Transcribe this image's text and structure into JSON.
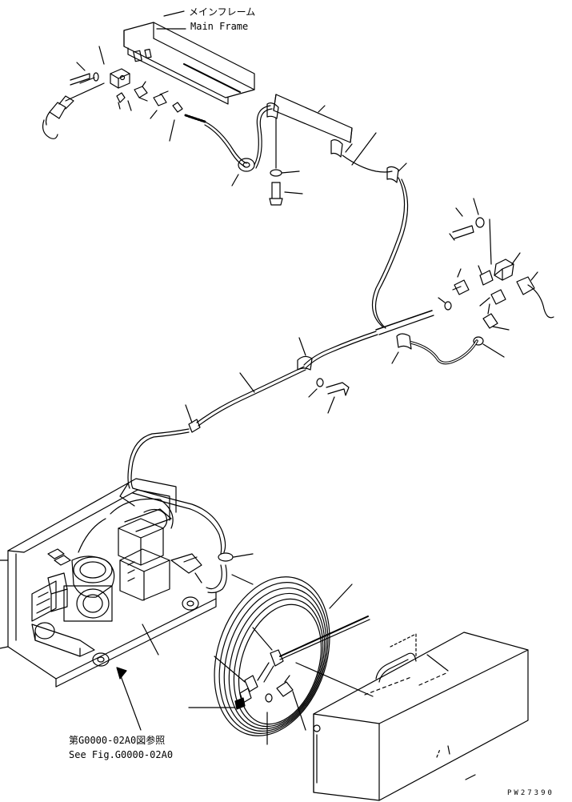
{
  "labels": {
    "main_frame_jp": "メインフレーム",
    "main_frame_en": "Main Frame",
    "ref_jp": "第G0000-02A0図参照",
    "ref_en": "See Fig.G0000-02A0",
    "drawing_no": "PW27390"
  },
  "icons": {
    "frame": "main-frame-rail",
    "block": "connector-block",
    "bolt": "bolt-icon",
    "washer": "washer-icon",
    "clip": "clamp-icon",
    "hose": "air-hose",
    "compressor": "air-compressor",
    "coil": "coiled-hose",
    "gun": "air-gun",
    "box": "storage-box"
  },
  "colors": {
    "ink": "#000000",
    "paper": "#ffffff"
  }
}
